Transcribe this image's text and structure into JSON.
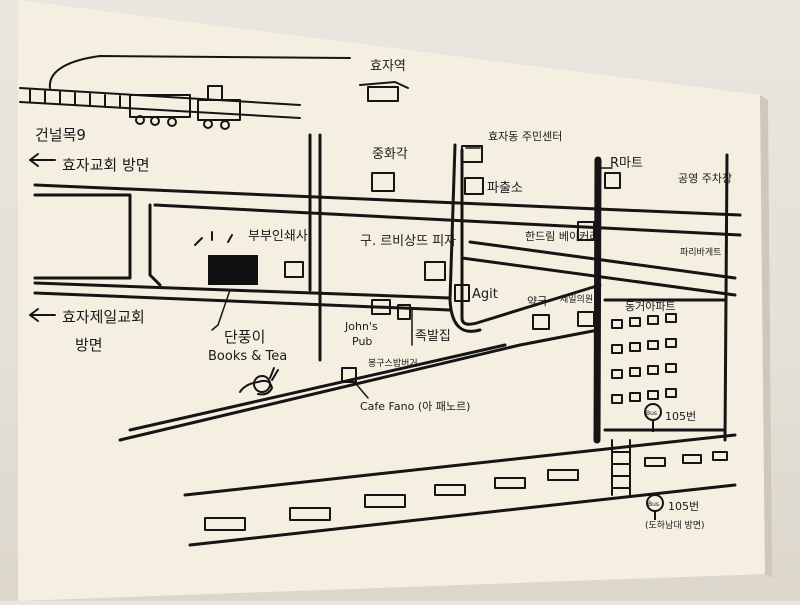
{
  "map": {
    "labels": {
      "hyoja_station": "효자역",
      "geonneolmok": "건널목9",
      "hyoja_church": "효자교회 방면",
      "hyoja_jeil_church": "효자제일교회",
      "hyoja_jeil_church_2": "방면",
      "jungwhagak": "중화각",
      "hyoja_community_center": "효자동 주민센터",
      "police_box": "파출소",
      "r_mart": "R마트",
      "public_parking": "공영 주차장",
      "bubu_inmyeonsa": "부부인쇄사",
      "gu_ravisant_pizza": "구. 르비상뜨 피자",
      "handeul_bakery": "한드림 베이커리",
      "paris_baguette": "파리바게트",
      "dunggeoni": "단풍이",
      "books_and_tea": "Books & Tea",
      "agit": "Agit",
      "pharmacy": "약국",
      "jeil_clinic": "제일의원",
      "apartment": "동거아파트",
      "johns_pub_1": "John's",
      "johns_pub_2": "Pub",
      "bonggu_store": "봉구스밥버거",
      "chokbal": "족발집",
      "cafe_fano": "Cafe Fano (아 패노르)",
      "bus_105": "105번",
      "bus_105_direction": "105번",
      "bus_direction_note": "(도하남대 방면)",
      "bus_sign": "Bus"
    }
  }
}
